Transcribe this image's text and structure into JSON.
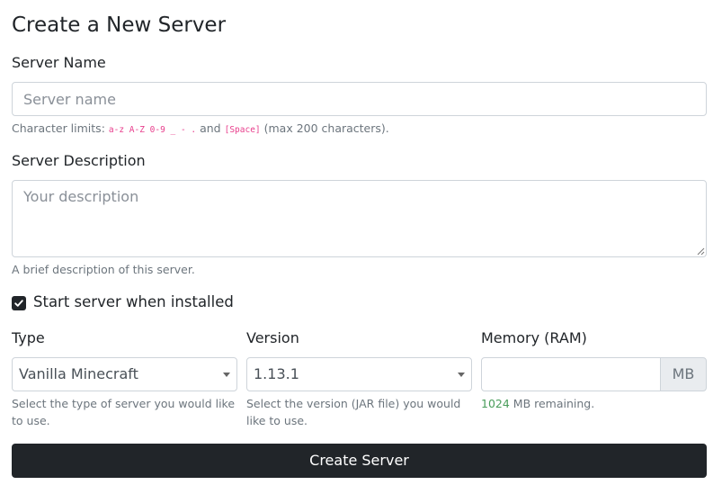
{
  "page": {
    "title": "Create a New Server"
  },
  "name_field": {
    "label": "Server Name",
    "placeholder": "Server name",
    "value": "",
    "help_prefix": "Character limits: ",
    "help_code_chars": "a-z A-Z 0-9 _ - .",
    "help_and": " and ",
    "help_code_space": "[Space]",
    "help_suffix": " (max 200 characters)."
  },
  "description_field": {
    "label": "Server Description",
    "placeholder": "Your description",
    "value": "",
    "help": "A brief description of this server."
  },
  "start_checkbox": {
    "label": "Start server when installed",
    "checked": true
  },
  "type_field": {
    "label": "Type",
    "selected": "Vanilla Minecraft",
    "help": "Select the type of server you would like to use."
  },
  "version_field": {
    "label": "Version",
    "selected": "1.13.1",
    "help": "Select the version (JAR file) you would like to use."
  },
  "memory_field": {
    "label": "Memory (RAM)",
    "value": "",
    "unit": "MB",
    "remaining_value": "1024",
    "remaining_text": " MB remaining."
  },
  "submit": {
    "label": "Create Server"
  },
  "colors": {
    "primary_dark": "#212529",
    "border": "#ced4da",
    "code_pink": "#e83e8c",
    "remaining_green": "#4a9d5b"
  }
}
